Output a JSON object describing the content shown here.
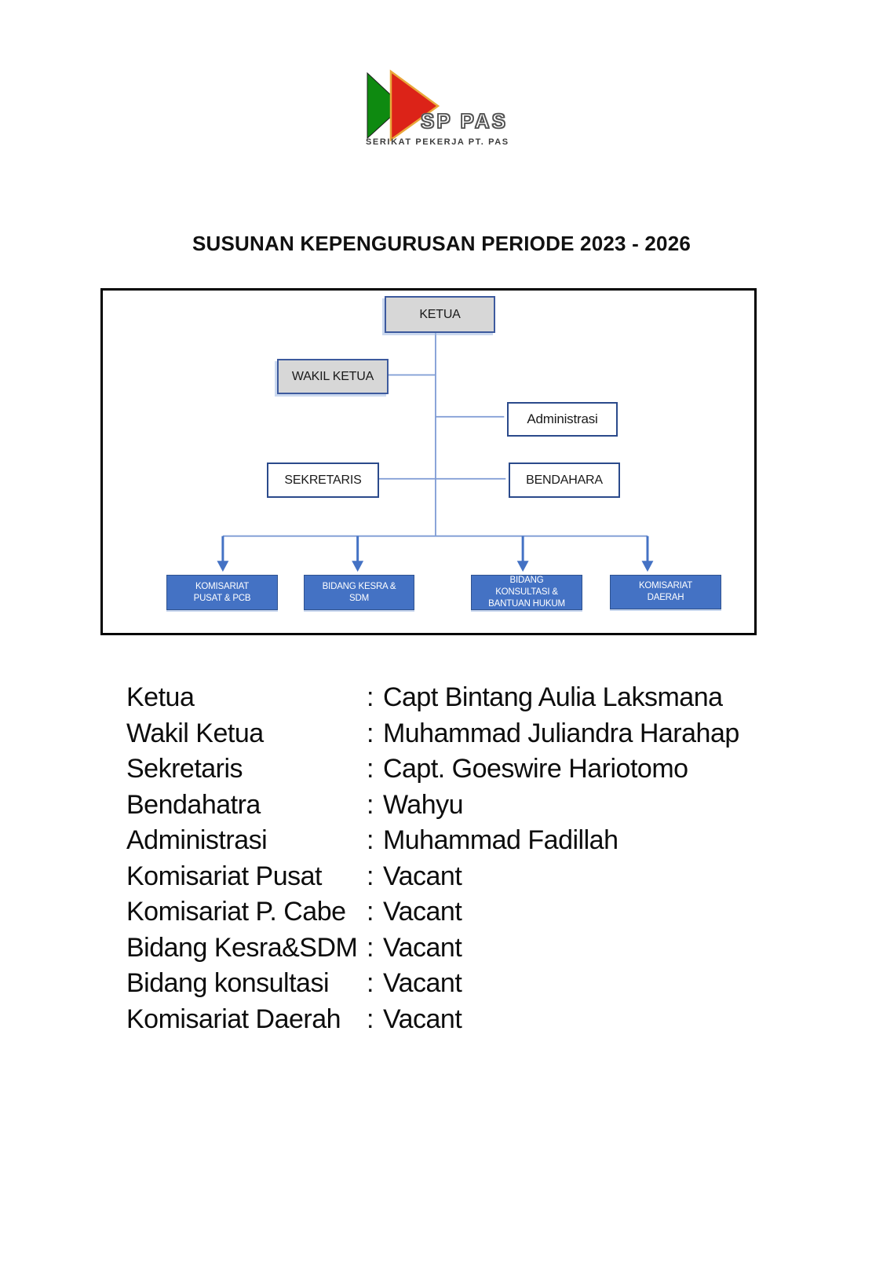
{
  "logo": {
    "title": "SP PAS",
    "subtitle": "SERIKAT PEKERJA PT. PAS",
    "colors": {
      "green": "#0E8A10",
      "red": "#DC2318",
      "red_border": "#E9A83B"
    }
  },
  "doc_title": "SUSUNAN KEPENGURUSAN PERIODE 2023 - 2026",
  "chart": {
    "type": "org-chart",
    "nodes": {
      "ketua": "KETUA",
      "wakil_ketua": "WAKIL KETUA",
      "administrasi": "Administrasi",
      "sekretaris": "SEKRETARIS",
      "bendahara": "BENDAHARA",
      "komisariat_pusat_pcb": "KOMISARIAT\nPUSAT & PCB",
      "bidang_kesra_sdm": "BIDANG KESRA &\nSDM",
      "bidang_konsultasi": "BIDANG\nKONSULTASI &\nBANTUAN HUKUM",
      "komisariat_daerah": "KOMISARIAT\nDAERAH"
    },
    "colors": {
      "gray_fill": "#D7D7D7",
      "gray_border": "#3D5A9E",
      "white_border": "#2B4A8B",
      "blue_fill": "#4472C4",
      "blue_border": "#2F528F",
      "line": "#7E9BD4",
      "arrow": "#4472C4",
      "frame": "#000000"
    }
  },
  "roster": {
    "separator": ":",
    "rows": [
      {
        "label": "Ketua",
        "value": "Capt Bintang Aulia Laksmana"
      },
      {
        "label": "Wakil Ketua",
        "value": "Muhammad Juliandra Harahap"
      },
      {
        "label": "Sekretaris",
        "value": "Capt. Goeswire Hariotomo"
      },
      {
        "label": "Bendahatra",
        "value": "Wahyu"
      },
      {
        "label": "Administrasi",
        "value": "Muhammad Fadillah"
      },
      {
        "label": "Komisariat Pusat",
        "value": "Vacant"
      },
      {
        "label": "Komisariat P. Cabe",
        "value": "Vacant"
      },
      {
        "label": "Bidang Kesra&SDM",
        "value": "Vacant"
      },
      {
        "label": "Bidang konsultasi",
        "value": "Vacant"
      },
      {
        "label": "Komisariat Daerah",
        "value": "Vacant"
      }
    ]
  }
}
